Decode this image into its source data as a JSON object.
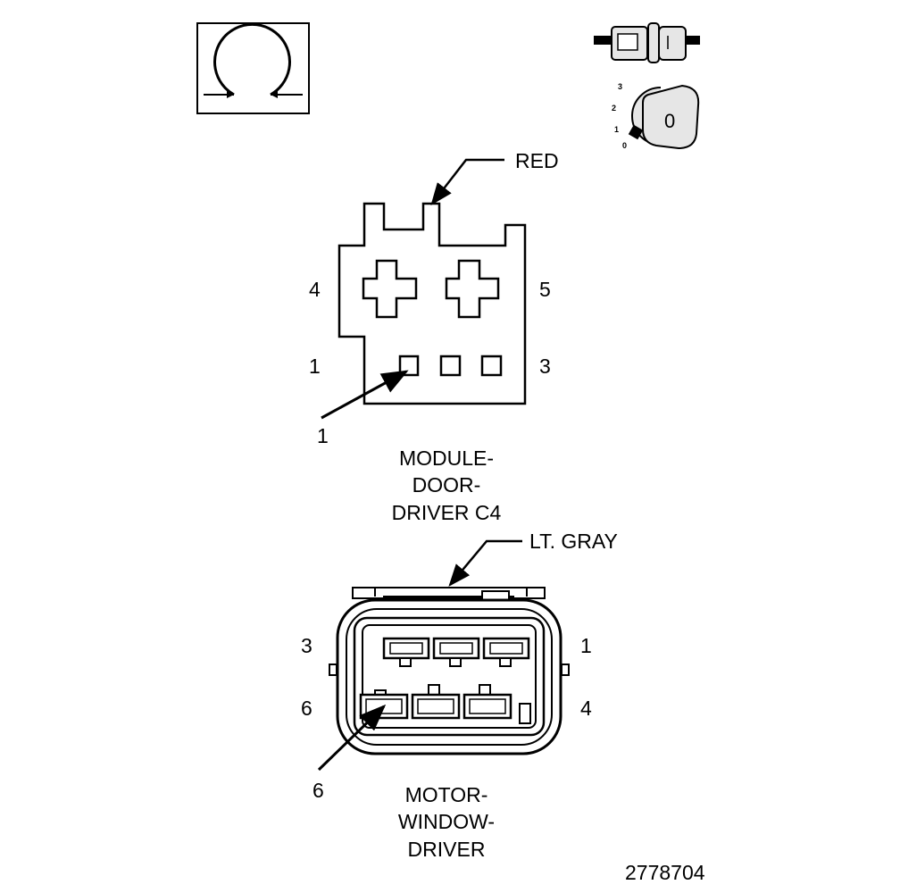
{
  "figure_number": "2778704",
  "icons": {
    "ohmmeter": "ohm-symbol-icon",
    "connector_pair": "connector-disconnect-icon",
    "ignition_key": "ignition-key-off-icon",
    "ignition_positions": [
      "3",
      "2",
      "1",
      "0"
    ],
    "key_label": "0"
  },
  "connector_c4": {
    "color_label": "RED",
    "pin_labels": {
      "top_left": "4",
      "top_right": "5",
      "bottom_left": "1",
      "bottom_right": "3",
      "callout": "1"
    },
    "name_lines": [
      "MODULE-",
      "DOOR-",
      "DRIVER C4"
    ]
  },
  "connector_motor": {
    "color_label": "LT. GRAY",
    "pin_labels": {
      "top_left": "3",
      "top_right": "1",
      "bottom_left": "6",
      "bottom_right": "4",
      "callout": "6"
    },
    "name_lines": [
      "MOTOR-",
      "WINDOW-",
      "DRIVER"
    ]
  },
  "colors": {
    "line": "#000000",
    "background": "#ffffff",
    "icon_fill": "#e6e6e6"
  }
}
